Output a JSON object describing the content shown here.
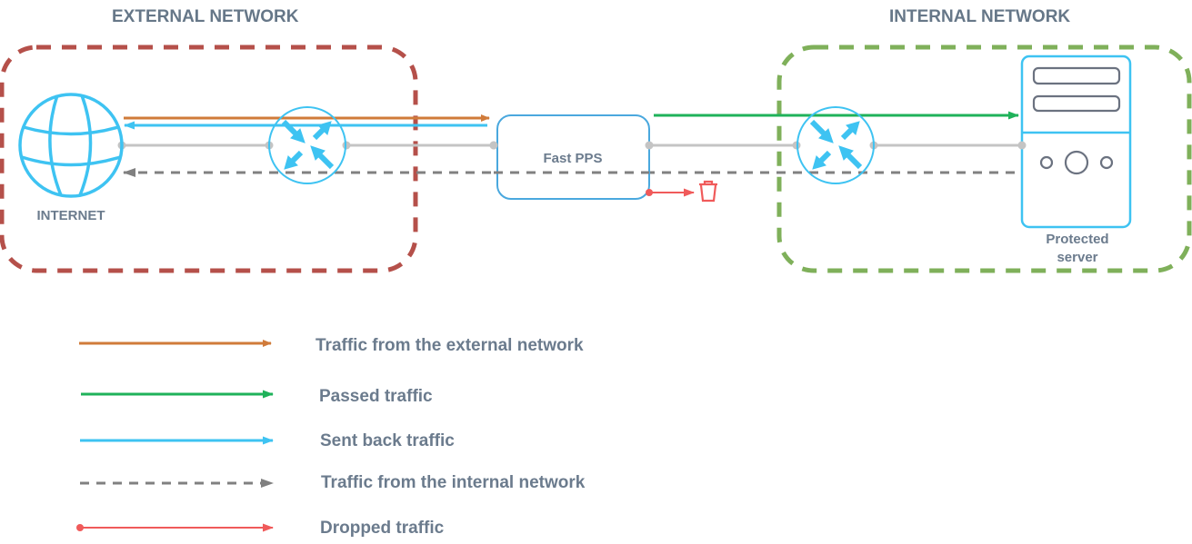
{
  "zones": {
    "external": {
      "title": "EXTERNAL NETWORK",
      "color": "#b5504a"
    },
    "internal": {
      "title": "INTERNAL NETWORK",
      "color": "#7fb05a"
    }
  },
  "nodes": {
    "internet": {
      "label": "INTERNET",
      "icon": "globe-icon"
    },
    "router_external": {
      "icon": "router-icon"
    },
    "fast_pps": {
      "label": "Fast PPS"
    },
    "router_internal": {
      "icon": "router-icon"
    },
    "server": {
      "label_line1": "Protected",
      "label_line2": "server",
      "icon": "server-icon"
    },
    "drop": {
      "icon": "trash-icon"
    }
  },
  "colors": {
    "external_traffic": "#d07b3a",
    "passed_traffic": "#1fb25a",
    "sent_back": "#3ec3f2",
    "internal_traffic": "#808080",
    "dropped": "#f05a5a",
    "device": "#3ec3f2",
    "link": "#c4c4c4"
  },
  "legend": [
    {
      "label": "Traffic from the external network",
      "style": "solid",
      "color": "#d07b3a"
    },
    {
      "label": "Passed traffic",
      "style": "solid",
      "color": "#1fb25a"
    },
    {
      "label": "Sent back traffic",
      "style": "solid",
      "color": "#3ec3f2"
    },
    {
      "label": "Traffic from the internal network",
      "style": "dashed",
      "color": "#808080"
    },
    {
      "label": "Dropped traffic",
      "style": "dot-start",
      "color": "#f05a5a"
    }
  ]
}
